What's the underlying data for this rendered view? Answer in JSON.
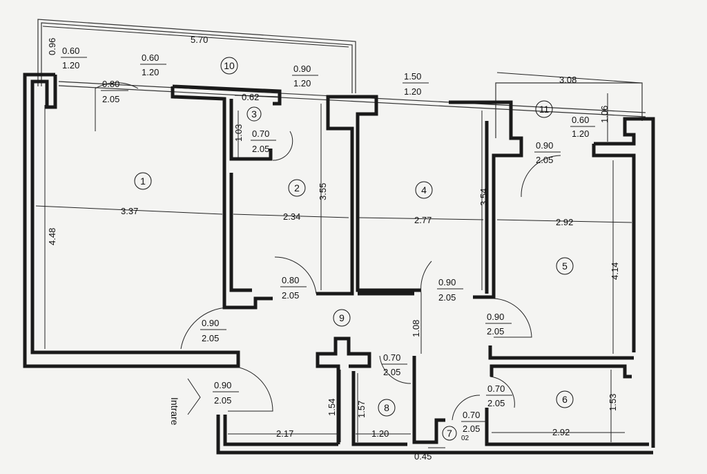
{
  "rooms": [
    "1",
    "2",
    "3",
    "4",
    "5",
    "6",
    "7",
    "8",
    "9",
    "10",
    "11"
  ],
  "entrance_label": "Intrare",
  "dimensions": {
    "balcony_width": "5.70",
    "balcony_depth": "0.96",
    "room1_width": "3.37",
    "room1_length": "4.48",
    "room2_width": "2.34",
    "room2_length": "3.55",
    "room3_width": "0.62",
    "room3_length": "1.03",
    "room4_width": "2.77",
    "room4_length": "3.54",
    "room5_width": "2.92",
    "room5_length": "4.14",
    "room6_width": "2.92",
    "room6_length": "1.53",
    "room7_width": "0.45",
    "room7_small": "02",
    "room8_width": "1.20",
    "room8_length": "1.57",
    "hall_depth": "1.08",
    "storage_width": "2.17",
    "storage_length": "1.54",
    "loggia_width": "3.08",
    "loggia_depth": "1.06"
  },
  "openings": {
    "balcony_win_left": [
      "0.60",
      "1.20"
    ],
    "balcony_win_mid": [
      "0.60",
      "1.20"
    ],
    "balcony_win_right": [
      "0.90",
      "1.20"
    ],
    "room1_balcony_door": [
      "0.80",
      "2.05"
    ],
    "room3_door": [
      "0.70",
      "2.05"
    ],
    "room2_door": [
      "0.80",
      "2.05"
    ],
    "room4_window": [
      "1.50",
      "1.20"
    ],
    "room4_door": [
      "0.90",
      "2.05"
    ],
    "room1_door": [
      "0.90",
      "2.05"
    ],
    "entry_door": [
      "0.90",
      "2.05"
    ],
    "loggia_window": [
      "0.60",
      "1.20"
    ],
    "room5_loggia_door": [
      "0.90",
      "2.05"
    ],
    "room5_door": [
      "0.90",
      "2.05"
    ],
    "room8_door": [
      "0.70",
      "2.05"
    ],
    "room6_door": [
      "0.70",
      "2.05"
    ],
    "room7_door": [
      "0.70",
      "2.05"
    ]
  }
}
